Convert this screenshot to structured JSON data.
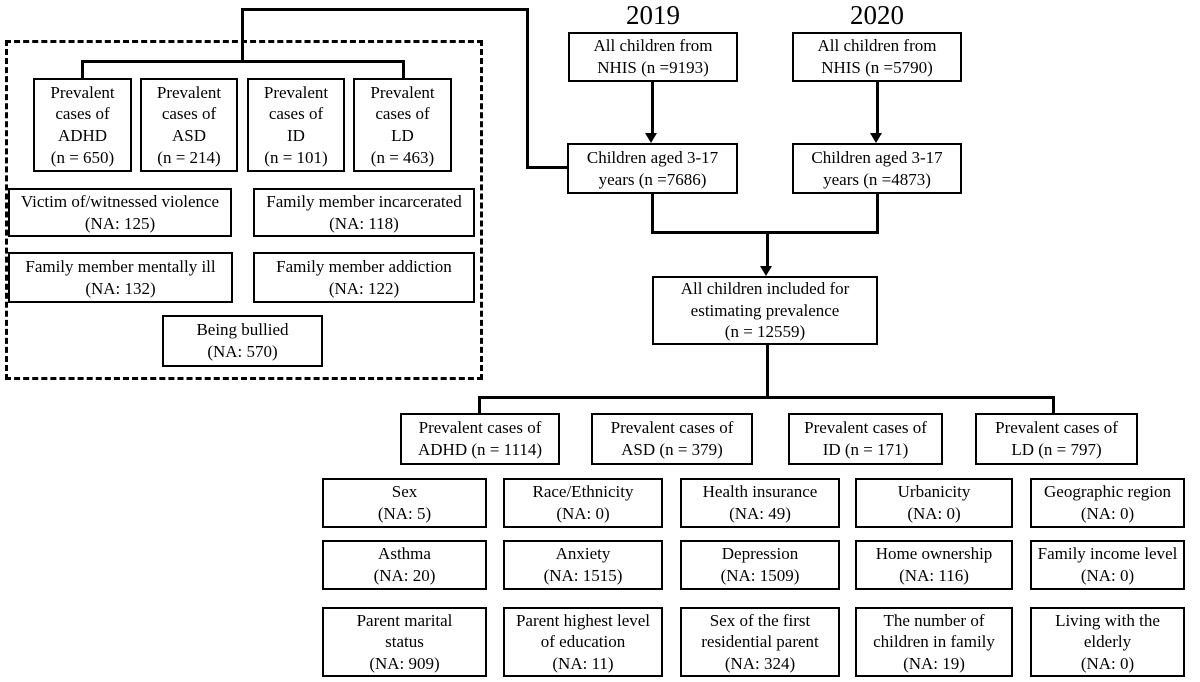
{
  "headers": {
    "year_left": "2019",
    "year_right": "2020"
  },
  "flow": {
    "nhis_2019": "All children from\nNHIS (n =9193)",
    "nhis_2020": "All children from\nNHIS (n =5790)",
    "aged_2019": "Children aged 3-17\nyears (n =7686)",
    "aged_2020": "Children aged 3-17\nyears (n =4873)",
    "included": "All children included for\nestimating prevalence\n(n = 12559)"
  },
  "ace_panel": {
    "prevalent_cases": [
      "Prevalent\ncases of\nADHD\n(n = 650)",
      "Prevalent\ncases of\nASD\n(n = 214)",
      "Prevalent\ncases of\nID\n(n = 101)",
      "Prevalent\ncases of\nLD\n(n = 463)"
    ],
    "variables": [
      "Victim of/witnessed violence\n(NA: 125)",
      "Family member incarcerated\n(NA: 118)",
      "Family member mentally ill\n(NA: 132)",
      "Family member addiction\n(NA: 122)",
      "Being bullied\n(NA: 570)"
    ]
  },
  "prevalence_row": [
    "Prevalent cases of\nADHD (n = 1114)",
    "Prevalent cases of\nASD (n = 379)",
    "Prevalent cases of\nID (n = 171)",
    "Prevalent cases of\nLD (n = 797)"
  ],
  "covariates": [
    "Sex\n(NA: 5)",
    "Race/Ethnicity\n(NA: 0)",
    "Health insurance\n(NA: 49)",
    "Urbanicity\n(NA: 0)",
    "Geographic region\n(NA: 0)",
    "Asthma\n(NA: 20)",
    "Anxiety\n(NA: 1515)",
    "Depression\n(NA: 1509)",
    "Home ownership\n(NA: 116)",
    "Family income level\n(NA: 0)",
    "Parent marital\nstatus\n(NA: 909)",
    "Parent highest level\nof education\n(NA: 11)",
    "Sex of the first\nresidential parent\n(NA: 324)",
    "The number of\nchildren in family\n(NA: 19)",
    "Living with the\nelderly\n(NA: 0)"
  ],
  "colors": {
    "ink": "#000000",
    "paper": "#ffffff"
  }
}
